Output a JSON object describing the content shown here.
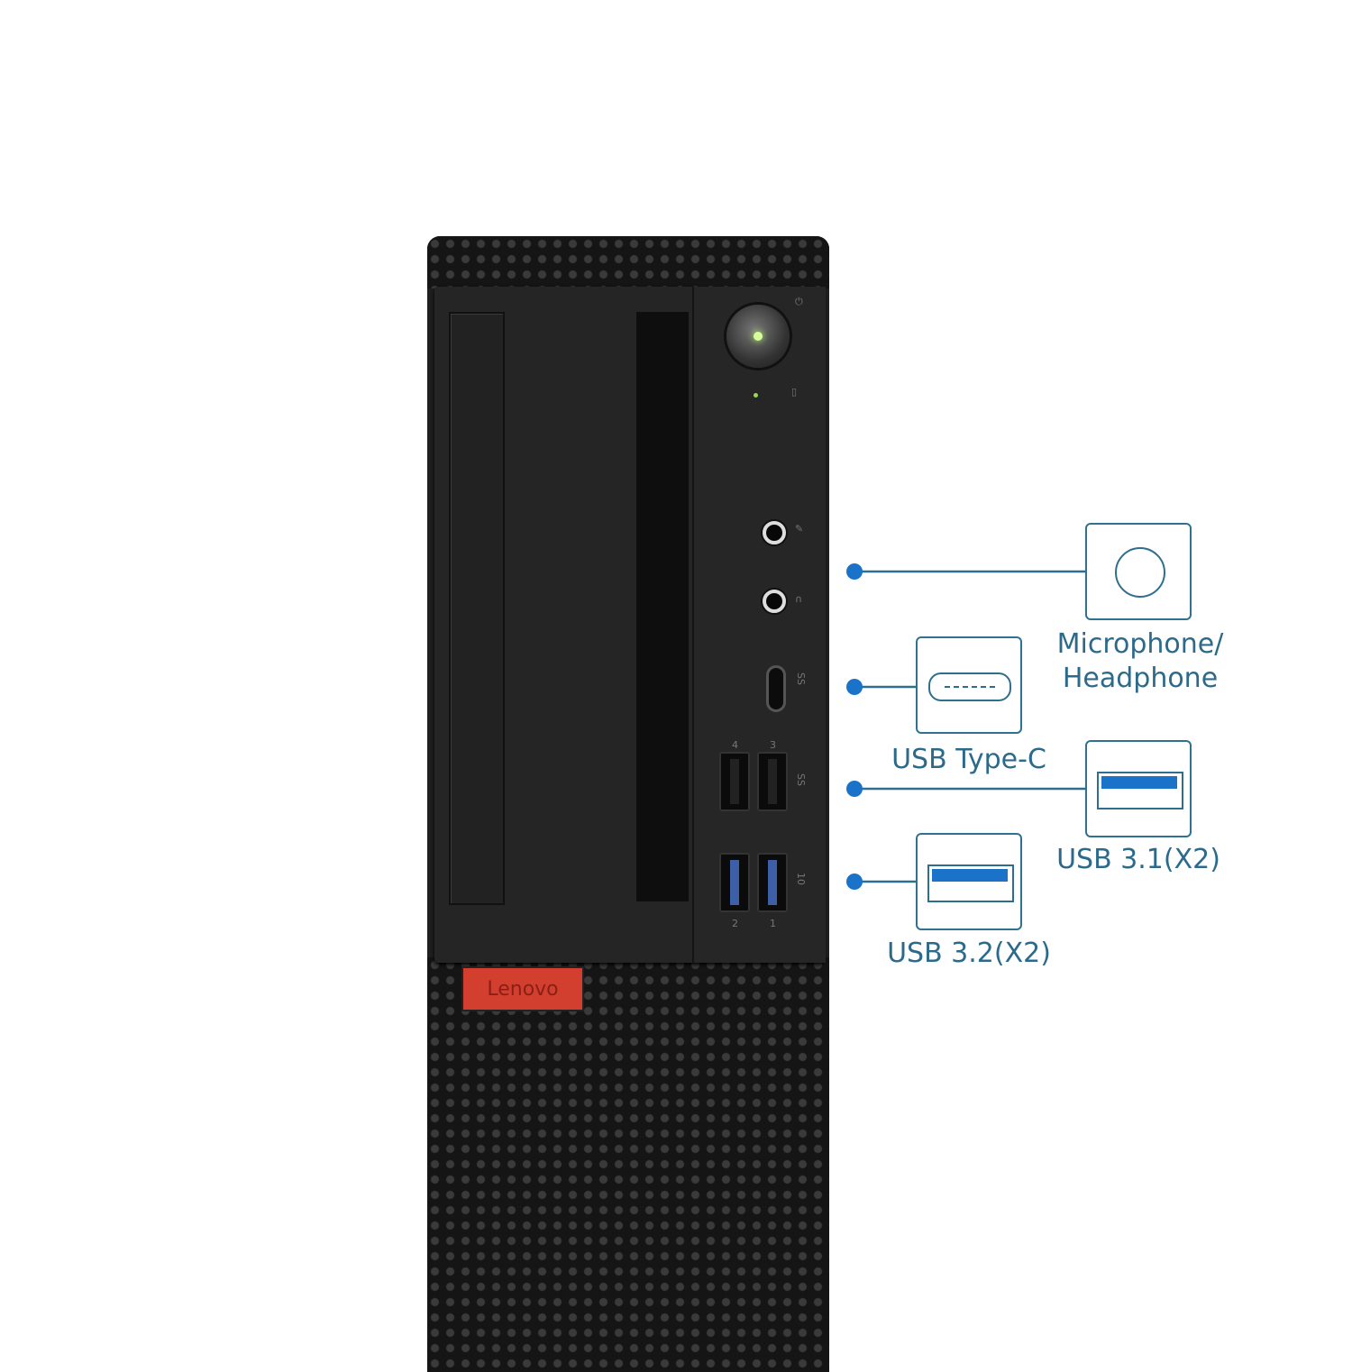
{
  "product": {
    "brand_logo": "Lenovo",
    "port_numbers": [
      "4",
      "3",
      "2",
      "1"
    ],
    "port_marks": {
      "ss": "SS",
      "ss10": "10"
    }
  },
  "callouts": [
    {
      "label": "Microphone/ Headphone",
      "icon": "audio-jack-icon"
    },
    {
      "label": "USB Type-C",
      "icon": "usb-c-port-icon"
    },
    {
      "label": "USB 3.1(X2)",
      "icon": "usb-a-port-icon"
    },
    {
      "label": "USB 3.2(X2)",
      "icon": "usb-a-port-icon"
    }
  ],
  "colors": {
    "accent": "#1a73c9",
    "callout_text": "#2c6a8c",
    "logo_red": "#d33f2e",
    "case": "#1f1f1f"
  }
}
